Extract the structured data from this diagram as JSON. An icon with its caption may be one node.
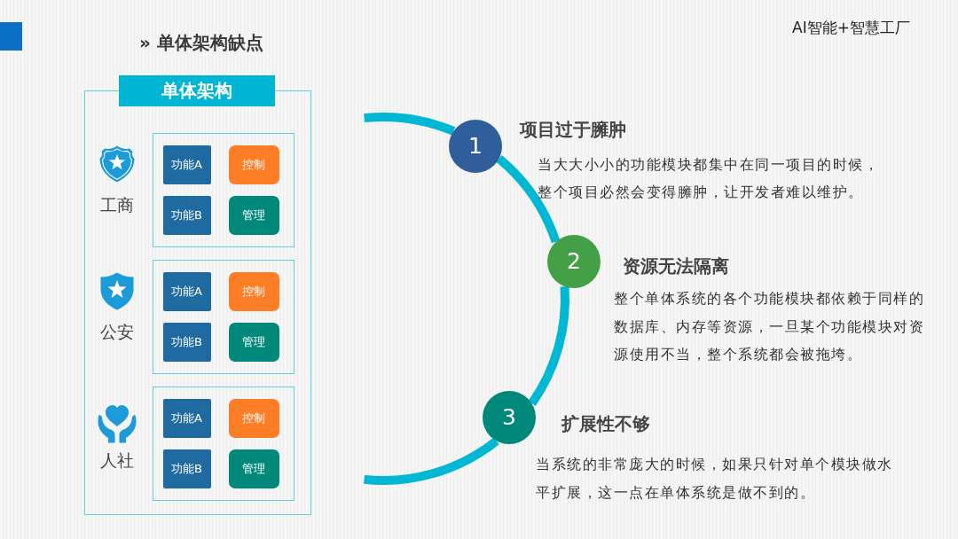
{
  "diagram": {
    "title": "» 单体架构缺点",
    "nodes": [
      {
        "text": [
          "单体架构"
        ]
      },
      {
        "text": [],
        "shape": "box",
        "beside": [
          "工商"
        ],
        "in": 0
      },
      {
        "text": [
          "功能A"
        ],
        "in": 1
      },
      {
        "text": [
          "控制"
        ],
        "in": 1
      },
      {
        "text": [
          "功能B"
        ],
        "in": 1
      },
      {
        "text": [
          "管理"
        ],
        "in": 1
      },
      {
        "text": [],
        "shape": "box",
        "beside": [
          "公安"
        ],
        "in": 0
      },
      {
        "text": [
          "功能A"
        ],
        "in": 6
      },
      {
        "text": [
          "控制"
        ],
        "in": 6
      },
      {
        "text": [
          "功能B"
        ],
        "in": 6
      },
      {
        "text": [
          "管理"
        ],
        "in": 6
      },
      {
        "text": [],
        "shape": "box",
        "beside": [
          "人社"
        ],
        "in": 0
      },
      {
        "text": [
          "功能A"
        ],
        "in": 11
      },
      {
        "text": [
          "控制"
        ],
        "in": 11
      },
      {
        "text": [
          "功能B"
        ],
        "in": 11
      },
      {
        "text": [
          "管理"
        ],
        "in": 11
      },
      {
        "text": [
          "1"
        ],
        "beside": [
          "项目过于臃肿",
          "当大大小小的功能模块都集中在同一项目的时候，整个项目必然会变得臃肿，让开发者难以维护。"
        ]
      },
      {
        "text": [
          "2"
        ],
        "beside": [
          "资源无法隔离",
          "整个单体系统的各个功能模块都依赖于同样的数据库、内存等资源，一旦某个功能模块对资源使用不当，整个系统都会被拖垮。"
        ]
      },
      {
        "text": [
          "3"
        ],
        "beside": [
          "扩展性不够",
          "当系统的非常庞大的时候，如果只针对单个模块做水平扩展，这一点在单体系统是做不到的。"
        ]
      }
    ],
    "edges": [
      {
        "from": 16,
        "to": 17,
        "arrow": "none"
      },
      {
        "from": 17,
        "to": 18,
        "arrow": "none"
      }
    ],
    "labels": [
      "AI智能+智慧工厂"
    ]
  }
}
